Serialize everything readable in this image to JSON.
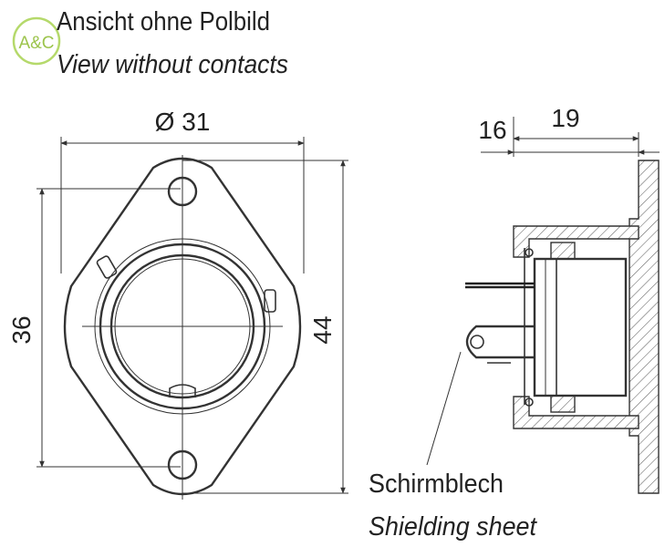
{
  "logo": {
    "text": "A&C",
    "color": "#b5d96b"
  },
  "header": {
    "title_de": "Ansicht ohne Polbild",
    "title_en": "View without contacts"
  },
  "dimensions": {
    "diameter": "Ø 31",
    "height_holes": "36",
    "height_total": "44",
    "side_depth_a": "16",
    "side_depth_b": "19"
  },
  "callout": {
    "label_de": "Schirmblech",
    "label_en": "Shielding sheet"
  },
  "colors": {
    "line": "#333333",
    "text": "#222222"
  }
}
